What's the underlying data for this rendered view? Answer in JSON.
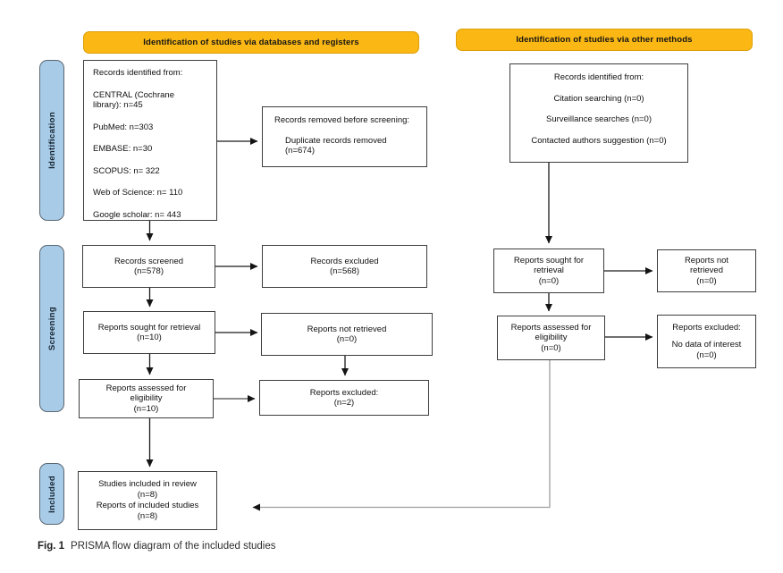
{
  "headers": {
    "databases": "Identification of studies via databases and registers",
    "other_methods": "Identification of studies via other methods"
  },
  "side_labels": {
    "identification": "Identification",
    "screening": "Screening",
    "included": "Included"
  },
  "boxes": {
    "records_identified_db": {
      "lines": [
        "Records identified from:",
        "CENTRAL (Cochrane",
        "library): n=45",
        "PubMed: n=303",
        "EMBASE: n=30",
        "SCOPUS: n= 322",
        "Web of Science: n= 110",
        "Google scholar: n= 443"
      ]
    },
    "records_removed": {
      "lines": [
        "Records removed before screening:",
        "Duplicate records removed",
        "(n=674)"
      ]
    },
    "records_screened": {
      "lines": [
        "Records screened",
        "(n=578)"
      ]
    },
    "records_excluded": {
      "lines": [
        "Records excluded",
        "(n=568)"
      ]
    },
    "reports_sought_db": {
      "lines": [
        "Reports sought for retrieval",
        "(n=10)"
      ]
    },
    "reports_not_retrieved_db": {
      "lines": [
        "Reports not retrieved",
        "(n=0)"
      ]
    },
    "reports_assessed_db": {
      "lines": [
        "Reports assessed for",
        "eligibility",
        "(n=10)"
      ]
    },
    "reports_excluded_db": {
      "lines": [
        "Reports excluded:",
        "(n=2)"
      ]
    },
    "studies_included": {
      "lines": [
        "Studies included in review",
        "(n=8)",
        "Reports of included studies",
        "(n=8)"
      ]
    },
    "records_identified_other": {
      "lines": [
        "Records identified from:",
        "Citation searching (n=0)",
        "Surveillance searches (n=0)",
        "Contacted authors suggestion (n=0)"
      ]
    },
    "reports_sought_other": {
      "lines": [
        "Reports sought for",
        "retrieval",
        "(n=0)"
      ]
    },
    "reports_not_retrieved_other": {
      "lines": [
        "Reports not",
        "retrieved",
        "(n=0)"
      ]
    },
    "reports_assessed_other": {
      "lines": [
        "Reports assessed for",
        "eligibility",
        "(n=0)"
      ]
    },
    "reports_excluded_other": {
      "lines": [
        "Reports excluded:",
        "No data of interest",
        "(n=0)"
      ]
    }
  },
  "caption": {
    "label": "Fig. 1",
    "text": "PRISMA flow diagram of the included studies"
  },
  "colors": {
    "header_bg": "#FBB814",
    "header_border": "#DD9E07",
    "side_label_bg": "#A8CBE8",
    "side_label_border": "#5A6771",
    "box_border": "#3D3D3D",
    "arrow": "#1B1B1B",
    "long_connector": "#9E9E9E"
  }
}
